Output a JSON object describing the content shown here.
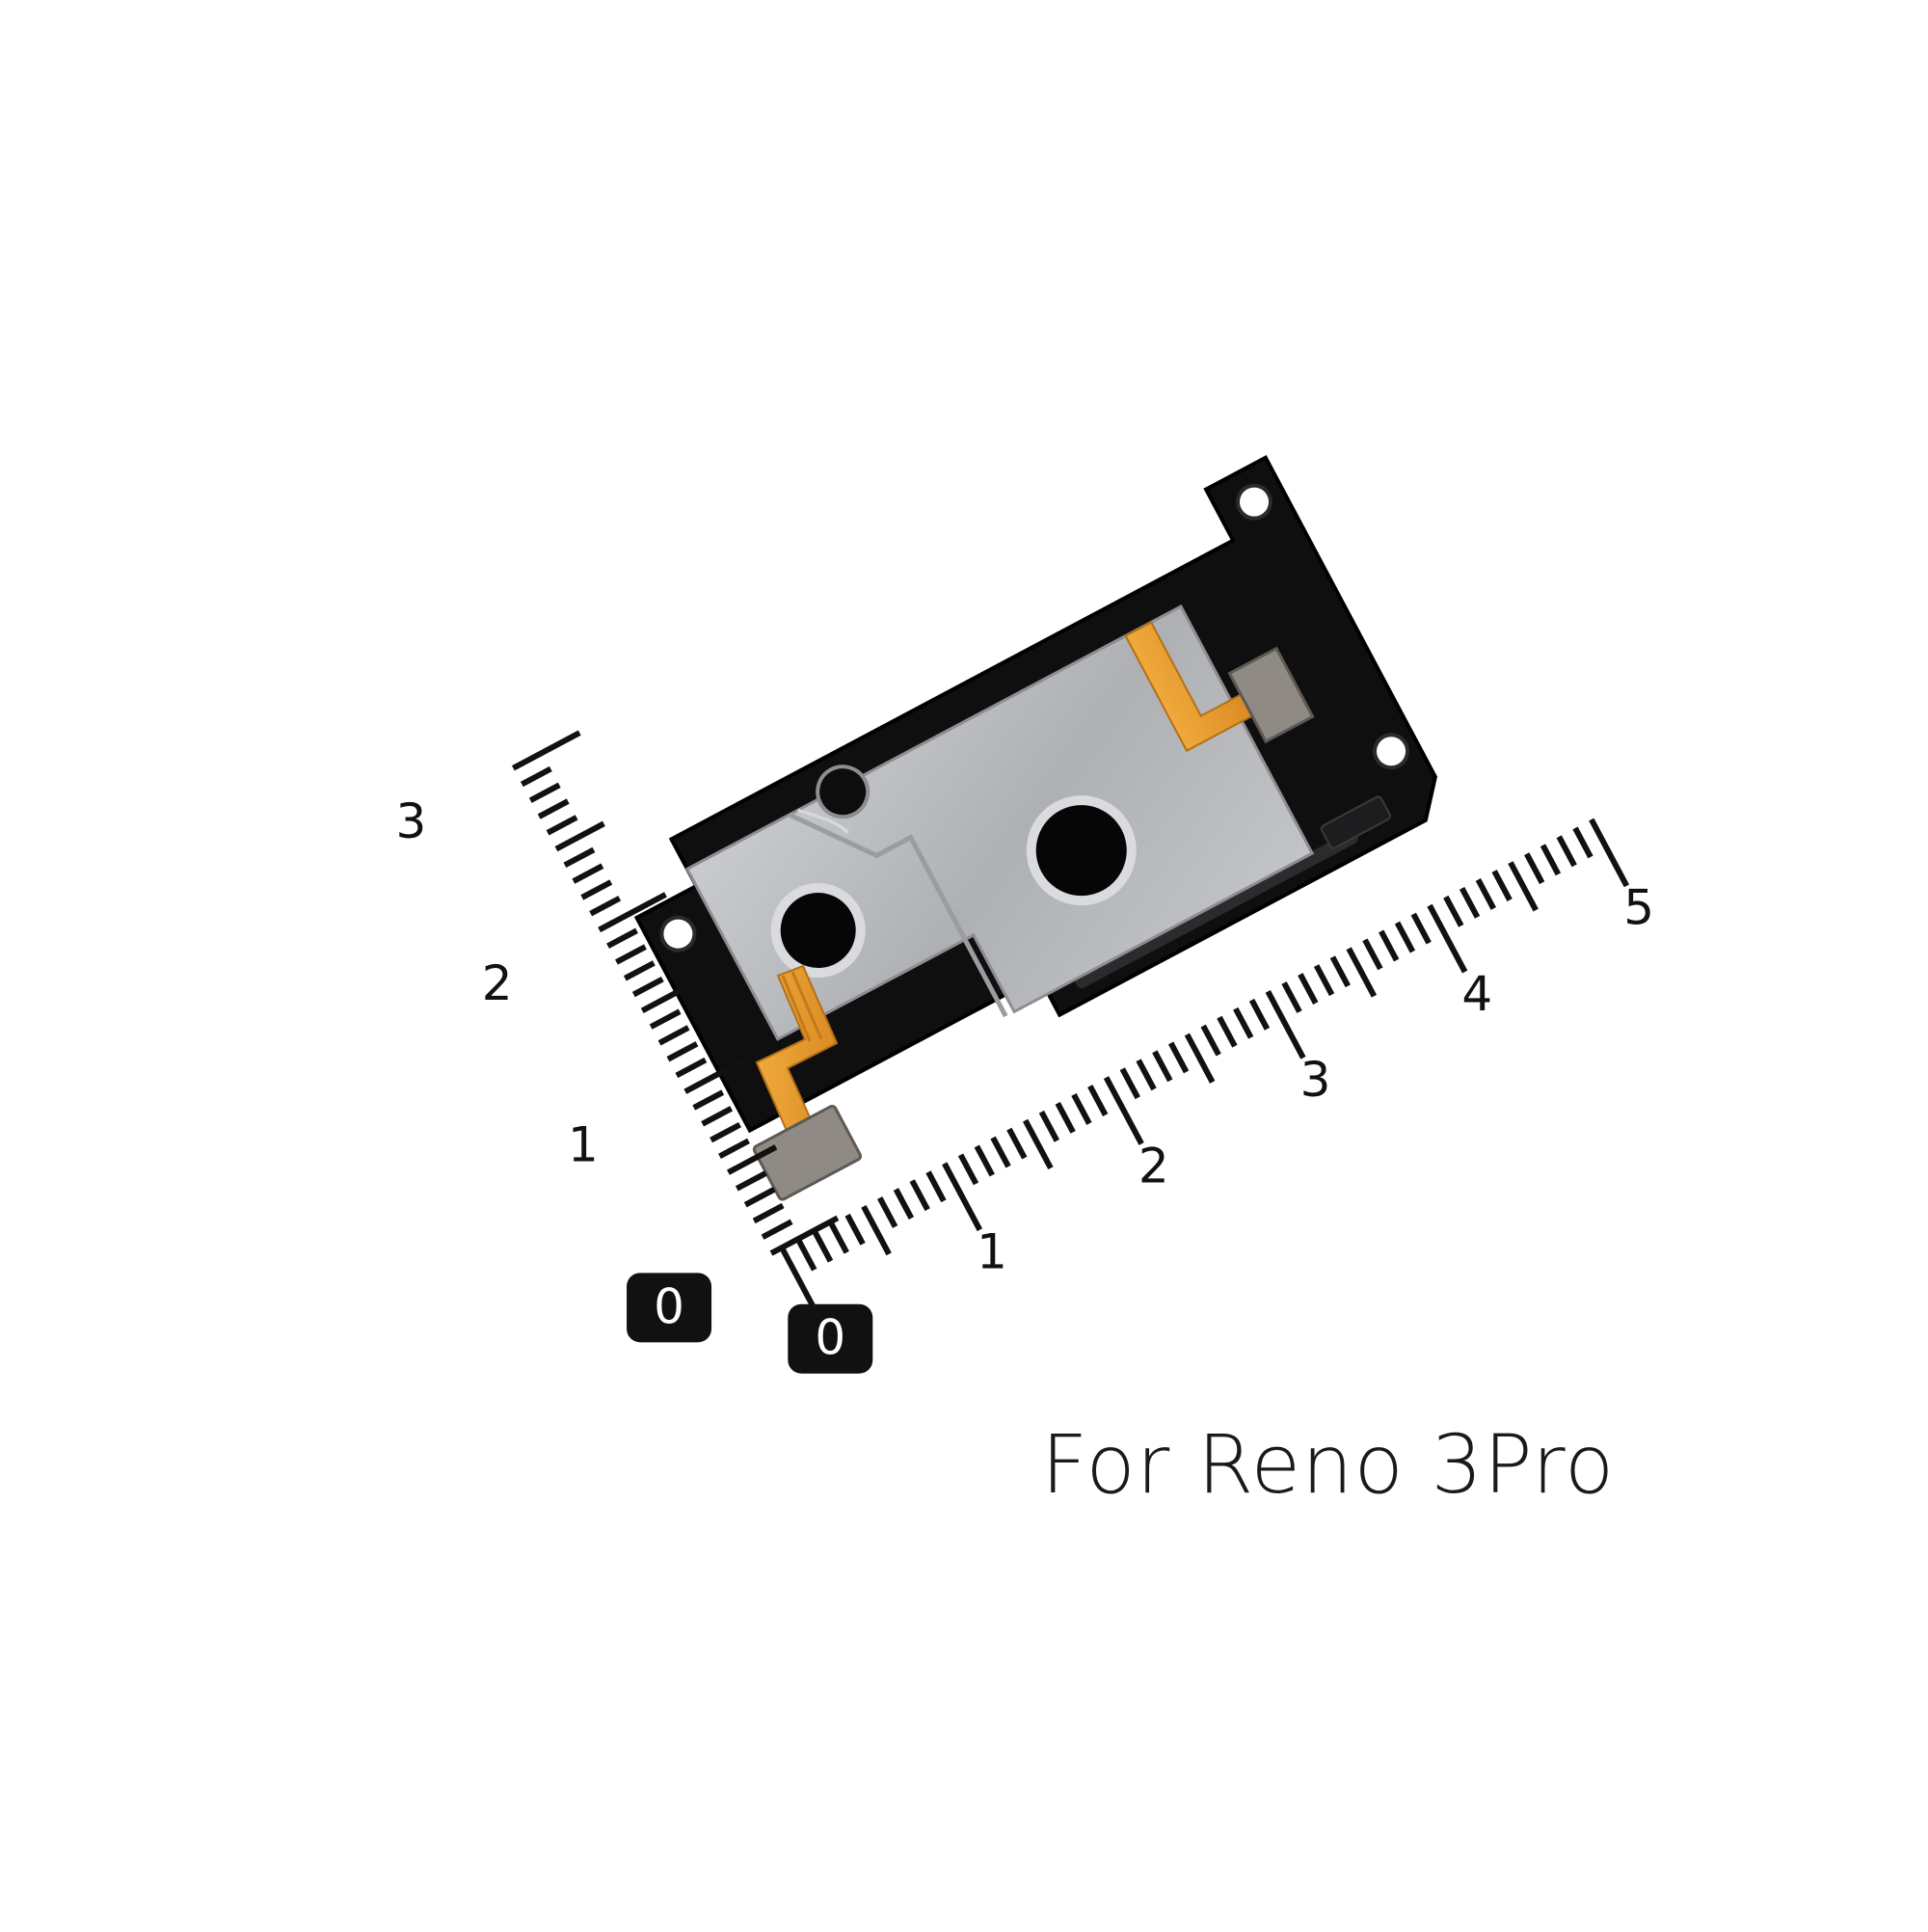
{
  "caption": "For Reno 3Pro",
  "rulers": {
    "horizontal": {
      "labels": [
        "0",
        "1",
        "2",
        "3",
        "4",
        "5"
      ],
      "unit_ticks": 10
    },
    "vertical": {
      "labels": [
        "0",
        "1",
        "2",
        "3"
      ],
      "unit_ticks": 10
    }
  },
  "colors": {
    "background": "#ffffff",
    "ruler_ink": "#111111",
    "bracket": "#0f0f10",
    "metal_plate": "#b7b9bc",
    "flex_cable": "#e59a2f",
    "stiffener": "#8f8a84"
  }
}
